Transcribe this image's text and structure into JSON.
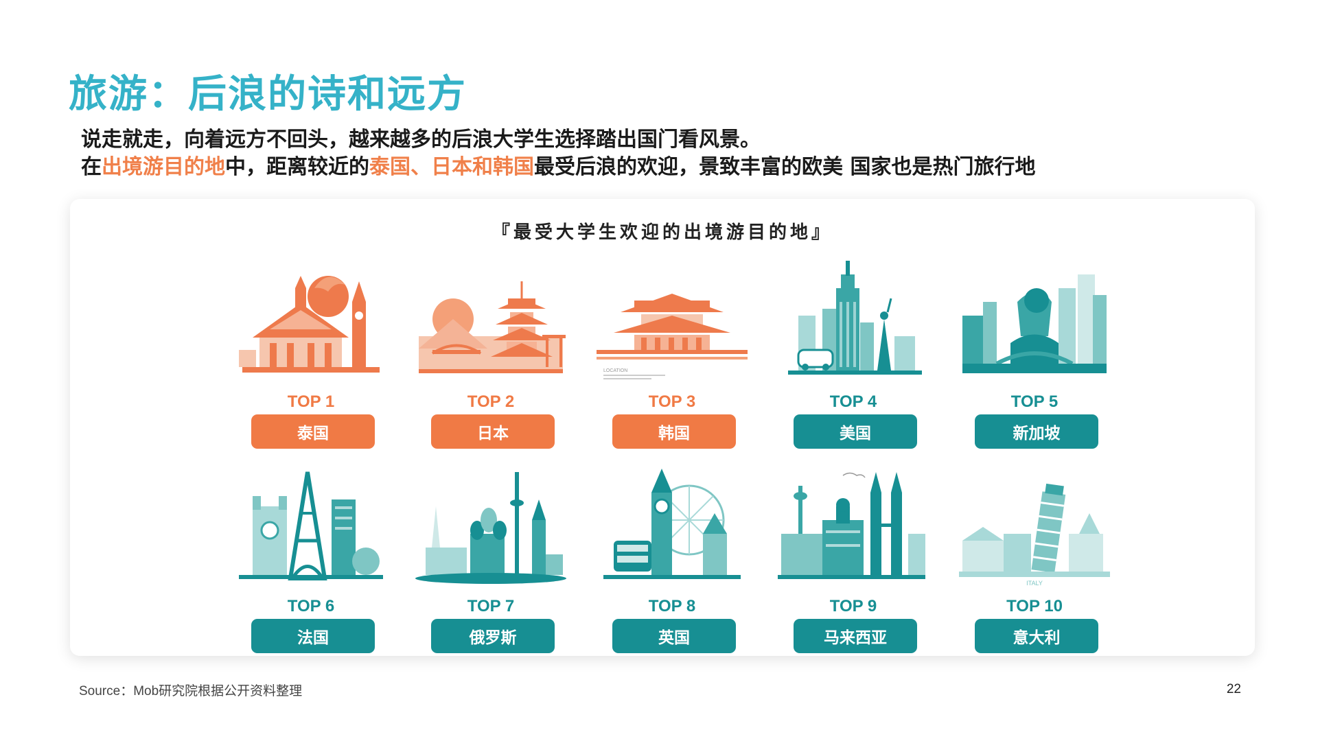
{
  "title": "旅游：后浪的诗和远方",
  "subtitle": {
    "line1": "说走就走，向着远方不回头，越来越多的后浪大学生选择踏出国门看风景。",
    "line2_a": "在",
    "line2_b": "出境游目的地",
    "line2_c": "中，距离较近的",
    "line2_d": "泰国、日本和韩国",
    "line2_e": "最受后浪的欢迎，景致丰富的欧美 国家也是热门旅行地"
  },
  "card": {
    "title": "『最受大学生欢迎的出境游目的地』",
    "destinations": [
      {
        "rank": "TOP 1",
        "name": "泰国",
        "icon": "thailand-temple-icon"
      },
      {
        "rank": "TOP 2",
        "name": "日本",
        "icon": "japan-pagoda-icon"
      },
      {
        "rank": "TOP 3",
        "name": "韩国",
        "icon": "korea-palace-icon"
      },
      {
        "rank": "TOP 4",
        "name": "美国",
        "icon": "usa-skyline-icon"
      },
      {
        "rank": "TOP 5",
        "name": "新加坡",
        "icon": "singapore-merlion-icon"
      },
      {
        "rank": "TOP 6",
        "name": "法国",
        "icon": "france-eiffel-icon"
      },
      {
        "rank": "TOP 7",
        "name": "俄罗斯",
        "icon": "russia-kremlin-icon"
      },
      {
        "rank": "TOP 8",
        "name": "英国",
        "icon": "uk-bigben-icon"
      },
      {
        "rank": "TOP 9",
        "name": "马来西亚",
        "icon": "malaysia-towers-icon"
      },
      {
        "rank": "TOP 10",
        "name": "意大利",
        "icon": "italy-pisa-icon"
      }
    ],
    "illus_labels": {
      "korea": "LOCATION",
      "italy": "ITALY"
    }
  },
  "source": "Source：Mob研究院根据公开资料整理",
  "page_number": "22",
  "colors": {
    "title": "#35b2c8",
    "highlight": "#f07a45",
    "teal": "#178f93",
    "orange": "#f07a45"
  }
}
